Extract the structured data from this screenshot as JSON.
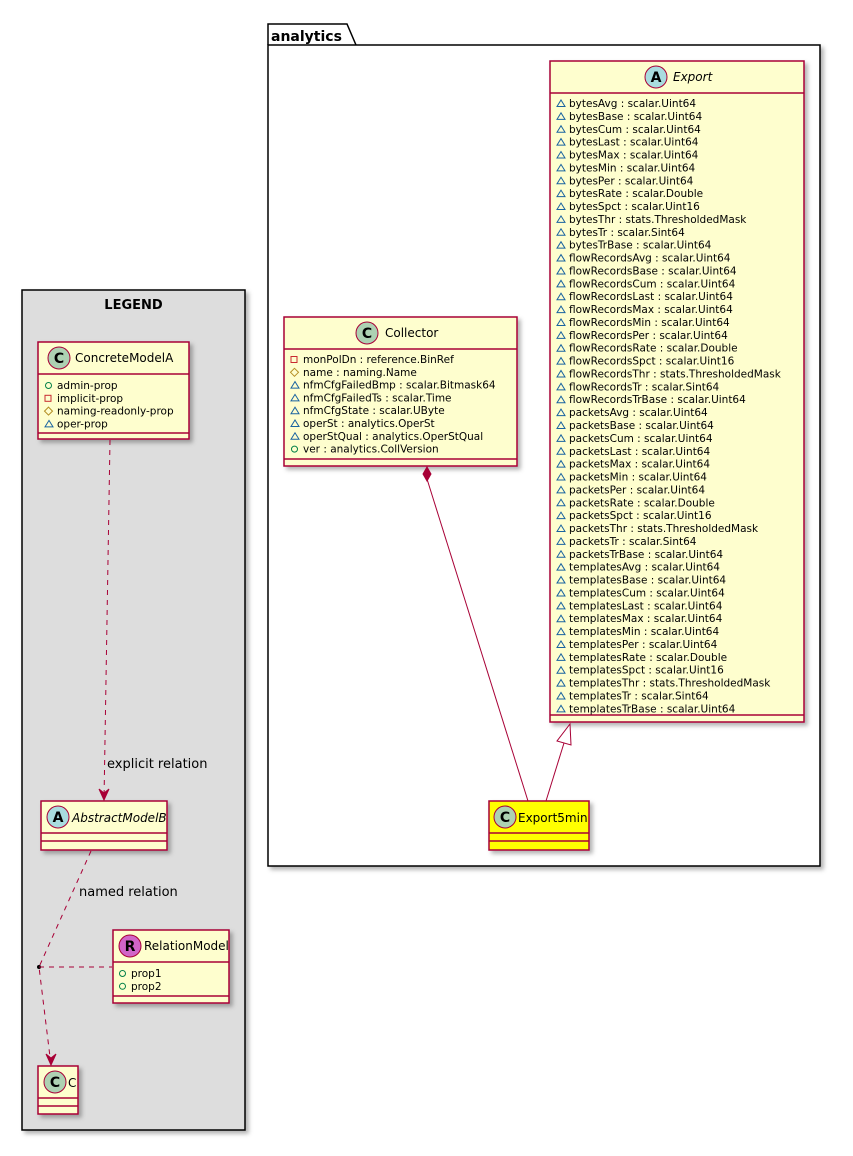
{
  "colors": {
    "class_fill": "#FEFECE",
    "class_border": "#A80036",
    "highlight_fill": "#FFFF00",
    "legend_bg": "#DDDDDD",
    "badge_class": "#ADD1B2",
    "badge_abstract": "#A9DCDF",
    "badge_relation": "#D064C8"
  },
  "package": {
    "name": "analytics"
  },
  "legend": {
    "title": "LEGEND",
    "concrete": {
      "badge": "C",
      "name": "ConcreteModelA",
      "attrs": [
        {
          "vis": "+",
          "text": "admin-prop"
        },
        {
          "vis": "-",
          "text": "implicit-prop"
        },
        {
          "vis": "#",
          "text": "naming-readonly-prop"
        },
        {
          "vis": "~",
          "text": "oper-prop"
        }
      ]
    },
    "abstract": {
      "badge": "A",
      "name": "AbstractModelB"
    },
    "relation_model": {
      "badge": "R",
      "name": "RelationModel",
      "attrs": [
        {
          "vis": "+",
          "text": "prop1"
        },
        {
          "vis": "+",
          "text": "prop2"
        }
      ]
    },
    "c_class": {
      "badge": "C",
      "name": "C"
    },
    "explicit_relation": "explicit relation",
    "named_relation": "named relation"
  },
  "collector": {
    "badge": "C",
    "name": "Collector",
    "attrs": [
      {
        "vis": "-",
        "text": "monPolDn : reference.BinRef"
      },
      {
        "vis": "#",
        "text": "name : naming.Name"
      },
      {
        "vis": "~",
        "text": "nfmCfgFailedBmp : scalar.Bitmask64"
      },
      {
        "vis": "~",
        "text": "nfmCfgFailedTs : scalar.Time"
      },
      {
        "vis": "~",
        "text": "nfmCfgState : scalar.UByte"
      },
      {
        "vis": "~",
        "text": "operSt : analytics.OperSt"
      },
      {
        "vis": "~",
        "text": "operStQual : analytics.OperStQual"
      },
      {
        "vis": "+",
        "text": "ver : analytics.CollVersion"
      }
    ]
  },
  "export": {
    "badge": "A",
    "name": "Export",
    "attrs": [
      "bytesAvg : scalar.Uint64",
      "bytesBase : scalar.Uint64",
      "bytesCum : scalar.Uint64",
      "bytesLast : scalar.Uint64",
      "bytesMax : scalar.Uint64",
      "bytesMin : scalar.Uint64",
      "bytesPer : scalar.Uint64",
      "bytesRate : scalar.Double",
      "bytesSpct : scalar.Uint16",
      "bytesThr : stats.ThresholdedMask",
      "bytesTr : scalar.Sint64",
      "bytesTrBase : scalar.Uint64",
      "flowRecordsAvg : scalar.Uint64",
      "flowRecordsBase : scalar.Uint64",
      "flowRecordsCum : scalar.Uint64",
      "flowRecordsLast : scalar.Uint64",
      "flowRecordsMax : scalar.Uint64",
      "flowRecordsMin : scalar.Uint64",
      "flowRecordsPer : scalar.Uint64",
      "flowRecordsRate : scalar.Double",
      "flowRecordsSpct : scalar.Uint16",
      "flowRecordsThr : stats.ThresholdedMask",
      "flowRecordsTr : scalar.Sint64",
      "flowRecordsTrBase : scalar.Uint64",
      "packetsAvg : scalar.Uint64",
      "packetsBase : scalar.Uint64",
      "packetsCum : scalar.Uint64",
      "packetsLast : scalar.Uint64",
      "packetsMax : scalar.Uint64",
      "packetsMin : scalar.Uint64",
      "packetsPer : scalar.Uint64",
      "packetsRate : scalar.Double",
      "packetsSpct : scalar.Uint16",
      "packetsThr : stats.ThresholdedMask",
      "packetsTr : scalar.Sint64",
      "packetsTrBase : scalar.Uint64",
      "templatesAvg : scalar.Uint64",
      "templatesBase : scalar.Uint64",
      "templatesCum : scalar.Uint64",
      "templatesLast : scalar.Uint64",
      "templatesMax : scalar.Uint64",
      "templatesMin : scalar.Uint64",
      "templatesPer : scalar.Uint64",
      "templatesRate : scalar.Double",
      "templatesSpct : scalar.Uint16",
      "templatesThr : stats.ThresholdedMask",
      "templatesTr : scalar.Sint64",
      "templatesTrBase : scalar.Uint64"
    ]
  },
  "export5min": {
    "badge": "C",
    "name": "Export5min"
  }
}
